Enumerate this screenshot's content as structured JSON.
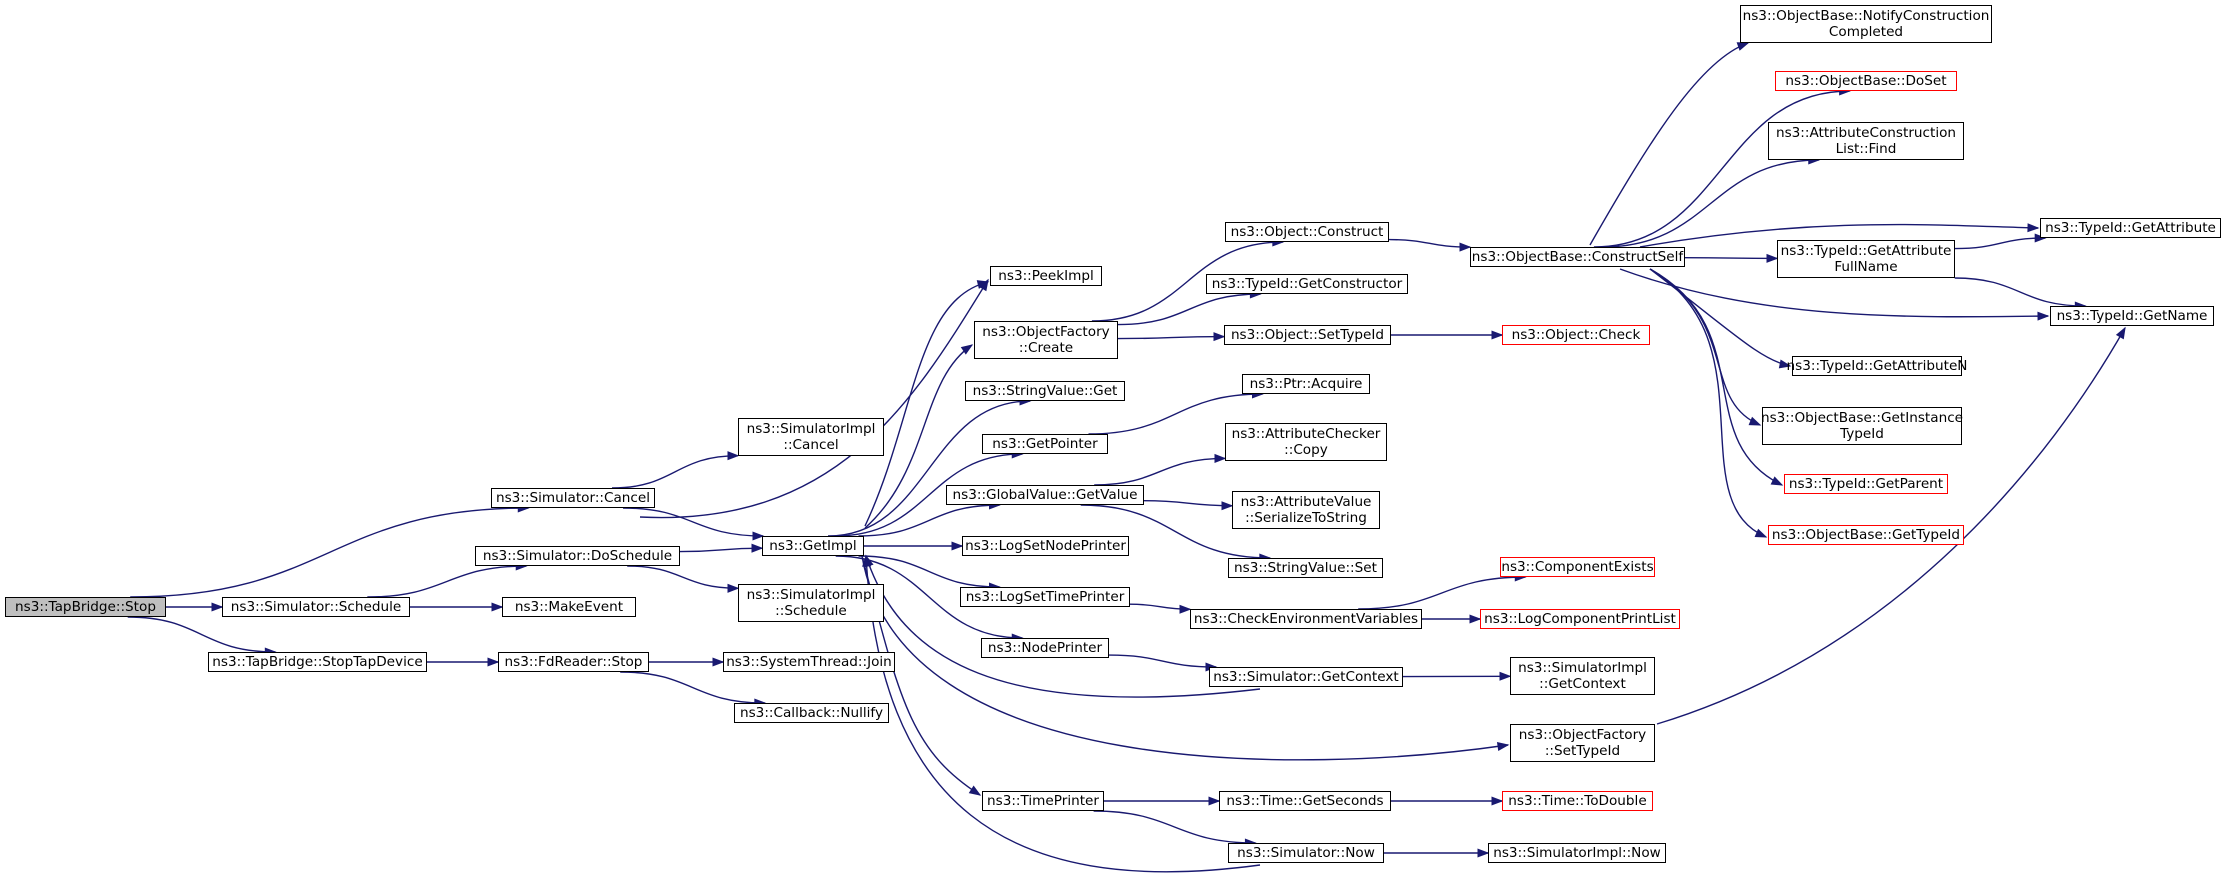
{
  "root": "ns3::TapBridge::Stop",
  "nodes": [
    {
      "id": "tapstop",
      "label": "ns3::TapBridge::Stop",
      "style": "root"
    },
    {
      "id": "simcancel",
      "label": "ns3::Simulator::Cancel",
      "style": "normal"
    },
    {
      "id": "simdosched",
      "label": "ns3::Simulator::DoSchedule",
      "style": "normal"
    },
    {
      "id": "simsched",
      "label": "ns3::Simulator::Schedule",
      "style": "normal"
    },
    {
      "id": "tapstopdev",
      "label": "ns3::TapBridge::StopTapDevice",
      "style": "normal"
    },
    {
      "id": "implcancel",
      "label": "ns3::SimulatorImpl\n::Cancel",
      "style": "normal"
    },
    {
      "id": "getimpl",
      "label": "ns3::GetImpl",
      "style": "normal"
    },
    {
      "id": "implsched",
      "label": "ns3::SimulatorImpl\n::Schedule",
      "style": "normal"
    },
    {
      "id": "makeevent",
      "label": "ns3::MakeEvent",
      "style": "normal"
    },
    {
      "id": "fdstop",
      "label": "ns3::FdReader::Stop",
      "style": "normal"
    },
    {
      "id": "sysjoin",
      "label": "ns3::SystemThread::Join",
      "style": "normal"
    },
    {
      "id": "cbnullify",
      "label": "ns3::Callback::Nullify",
      "style": "normal"
    },
    {
      "id": "peekimpl",
      "label": "ns3::PeekImpl",
      "style": "normal"
    },
    {
      "id": "ofcreate",
      "label": "ns3::ObjectFactory\n::Create",
      "style": "normal"
    },
    {
      "id": "strget",
      "label": "ns3::StringValue::Get",
      "style": "normal"
    },
    {
      "id": "getpointer",
      "label": "ns3::GetPointer",
      "style": "normal"
    },
    {
      "id": "gvget",
      "label": "ns3::GlobalValue::GetValue",
      "style": "normal"
    },
    {
      "id": "lognode",
      "label": "ns3::LogSetNodePrinter",
      "style": "normal"
    },
    {
      "id": "logtime",
      "label": "ns3::LogSetTimePrinter",
      "style": "normal"
    },
    {
      "id": "nodeprinter",
      "label": "ns3::NodePrinter",
      "style": "normal"
    },
    {
      "id": "timeprinter",
      "label": "ns3::TimePrinter",
      "style": "normal"
    },
    {
      "id": "objconstruct",
      "label": "ns3::Object::Construct",
      "style": "normal"
    },
    {
      "id": "tidgetctor",
      "label": "ns3::TypeId::GetConstructor",
      "style": "normal"
    },
    {
      "id": "objsettid",
      "label": "ns3::Object::SetTypeId",
      "style": "normal"
    },
    {
      "id": "ptracquire",
      "label": "ns3::Ptr::Acquire",
      "style": "normal"
    },
    {
      "id": "acheckcopy",
      "label": "ns3::AttributeChecker\n::Copy",
      "style": "normal"
    },
    {
      "id": "avser",
      "label": "ns3::AttributeValue\n::SerializeToString",
      "style": "normal"
    },
    {
      "id": "strset",
      "label": "ns3::StringValue::Set",
      "style": "normal"
    },
    {
      "id": "checkenv",
      "label": "ns3::CheckEnvironmentVariables",
      "style": "normal"
    },
    {
      "id": "simgetctx",
      "label": "ns3::Simulator::GetContext",
      "style": "normal"
    },
    {
      "id": "timegetsec",
      "label": "ns3::Time::GetSeconds",
      "style": "normal"
    },
    {
      "id": "simnow",
      "label": "ns3::Simulator::Now",
      "style": "normal"
    },
    {
      "id": "obconstruct",
      "label": "ns3::ObjectBase::ConstructSelf",
      "style": "normal"
    },
    {
      "id": "objcheck",
      "label": "ns3::Object::Check",
      "style": "red"
    },
    {
      "id": "compexists",
      "label": "ns3::ComponentExists",
      "style": "red"
    },
    {
      "id": "logcomp",
      "label": "ns3::LogComponentPrintList",
      "style": "red"
    },
    {
      "id": "implgetctx",
      "label": "ns3::SimulatorImpl\n::GetContext",
      "style": "normal"
    },
    {
      "id": "ofsettid",
      "label": "ns3::ObjectFactory\n::SetTypeId",
      "style": "normal"
    },
    {
      "id": "timetodouble",
      "label": "ns3::Time::ToDouble",
      "style": "red"
    },
    {
      "id": "implnow",
      "label": "ns3::SimulatorImpl::Now",
      "style": "normal"
    },
    {
      "id": "obnotify",
      "label": "ns3::ObjectBase::NotifyConstruction\nCompleted",
      "style": "normal"
    },
    {
      "id": "obdoset",
      "label": "ns3::ObjectBase::DoSet",
      "style": "red"
    },
    {
      "id": "acfind",
      "label": "ns3::AttributeConstruction\nList::Find",
      "style": "normal"
    },
    {
      "id": "tidgafull",
      "label": "ns3::TypeId::GetAttribute\nFullName",
      "style": "normal"
    },
    {
      "id": "tidgan",
      "label": "ns3::TypeId::GetAttributeN",
      "style": "normal"
    },
    {
      "id": "obgetinst",
      "label": "ns3::ObjectBase::GetInstance\nTypeId",
      "style": "normal"
    },
    {
      "id": "tidgetparent",
      "label": "ns3::TypeId::GetParent",
      "style": "red"
    },
    {
      "id": "obgettid",
      "label": "ns3::ObjectBase::GetTypeId",
      "style": "red"
    },
    {
      "id": "tidgetattr",
      "label": "ns3::TypeId::GetAttribute",
      "style": "normal"
    },
    {
      "id": "tidgetname",
      "label": "ns3::TypeId::GetName",
      "style": "normal"
    }
  ],
  "edges": [
    [
      "tapstop",
      "simcancel"
    ],
    [
      "tapstop",
      "simsched"
    ],
    [
      "tapstop",
      "tapstopdev"
    ],
    [
      "simcancel",
      "implcancel"
    ],
    [
      "simcancel",
      "getimpl"
    ],
    [
      "simcancel",
      "peekimpl"
    ],
    [
      "simsched",
      "simdosched"
    ],
    [
      "simsched",
      "makeevent"
    ],
    [
      "simdosched",
      "getimpl"
    ],
    [
      "simdosched",
      "implsched"
    ],
    [
      "tapstopdev",
      "fdstop"
    ],
    [
      "fdstop",
      "sysjoin"
    ],
    [
      "fdstop",
      "cbnullify"
    ],
    [
      "getimpl",
      "peekimpl"
    ],
    [
      "getimpl",
      "ofcreate"
    ],
    [
      "getimpl",
      "strget"
    ],
    [
      "getimpl",
      "getpointer"
    ],
    [
      "getimpl",
      "gvget"
    ],
    [
      "getimpl",
      "lognode"
    ],
    [
      "getimpl",
      "logtime"
    ],
    [
      "getimpl",
      "nodeprinter"
    ],
    [
      "getimpl",
      "timeprinter"
    ],
    [
      "getimpl",
      "ofsettid"
    ],
    [
      "ofcreate",
      "objconstruct"
    ],
    [
      "ofcreate",
      "tidgetctor"
    ],
    [
      "ofcreate",
      "objsettid"
    ],
    [
      "getpointer",
      "ptracquire"
    ],
    [
      "gvget",
      "acheckcopy"
    ],
    [
      "gvget",
      "avser"
    ],
    [
      "gvget",
      "strset"
    ],
    [
      "logtime",
      "checkenv"
    ],
    [
      "checkenv",
      "compexists"
    ],
    [
      "checkenv",
      "logcomp"
    ],
    [
      "nodeprinter",
      "simgetctx"
    ],
    [
      "simgetctx",
      "getimpl"
    ],
    [
      "simgetctx",
      "implgetctx"
    ],
    [
      "timeprinter",
      "timegetsec"
    ],
    [
      "timeprinter",
      "simnow"
    ],
    [
      "simnow",
      "getimpl"
    ],
    [
      "timegetsec",
      "timetodouble"
    ],
    [
      "simnow",
      "implnow"
    ],
    [
      "objconstruct",
      "obconstruct"
    ],
    [
      "objsettid",
      "objcheck"
    ],
    [
      "obconstruct",
      "obnotify"
    ],
    [
      "obconstruct",
      "obdoset"
    ],
    [
      "obconstruct",
      "acfind"
    ],
    [
      "obconstruct",
      "tidgetattr"
    ],
    [
      "obconstruct",
      "tidgafull"
    ],
    [
      "obconstruct",
      "tidgetname"
    ],
    [
      "obconstruct",
      "tidgan"
    ],
    [
      "obconstruct",
      "obgetinst"
    ],
    [
      "obconstruct",
      "tidgetparent"
    ],
    [
      "obconstruct",
      "obgettid"
    ],
    [
      "tidgafull",
      "tidgetattr"
    ],
    [
      "tidgafull",
      "tidgetname"
    ],
    [
      "ofsettid",
      "tidgetname"
    ]
  ]
}
